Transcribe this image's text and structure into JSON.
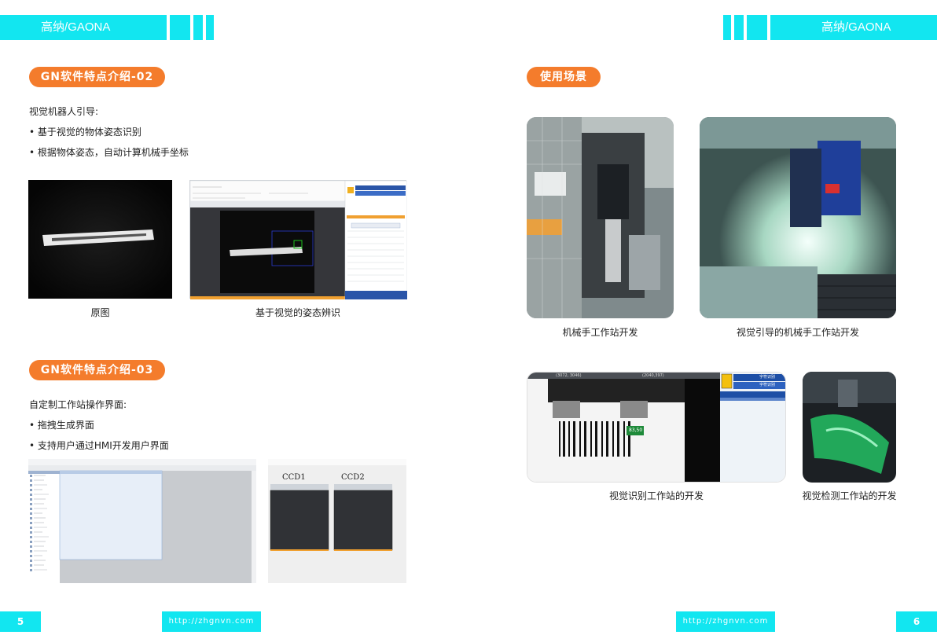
{
  "header": {
    "brand_left": "高纳/GAONA",
    "brand_right": "高纳/GAONA"
  },
  "left": {
    "section1": {
      "title": "GN软件特点介绍-02",
      "intro": "视觉机器人引导:",
      "bullets": [
        "• 基于视觉的物体姿态识别",
        "• 根据物体姿态，自动计算机械手坐标"
      ],
      "captions": [
        "原图",
        "基于视觉的姿态辨识"
      ]
    },
    "section2": {
      "title": "GN软件特点介绍-03",
      "intro": "自定制工作站操作界面:",
      "bullets": [
        "• 拖拽生成界面",
        "• 支持用户通过HMI开发用户界面"
      ],
      "ccd_labels": [
        "CCD1",
        "CCD2"
      ]
    }
  },
  "right": {
    "title": "使用场景",
    "captions": [
      "机械手工作站开发",
      "视觉引导的机械手工作站开发",
      "视觉识别工作站的开发",
      "视觉检测工作站的开发"
    ],
    "hmi": {
      "coords": [
        "(3072, 3046)",
        "(2040,397)"
      ],
      "side_title": "字符识别",
      "side_sub": "字符识别",
      "reading": "83,50"
    }
  },
  "footer": {
    "page_left": "5",
    "page_right": "6",
    "url_left": "http://zhgnvn.com",
    "url_right": "http://zhgnvn.com"
  },
  "colors": {
    "accent": "#12e6f0",
    "pill": "#f47c2c"
  }
}
